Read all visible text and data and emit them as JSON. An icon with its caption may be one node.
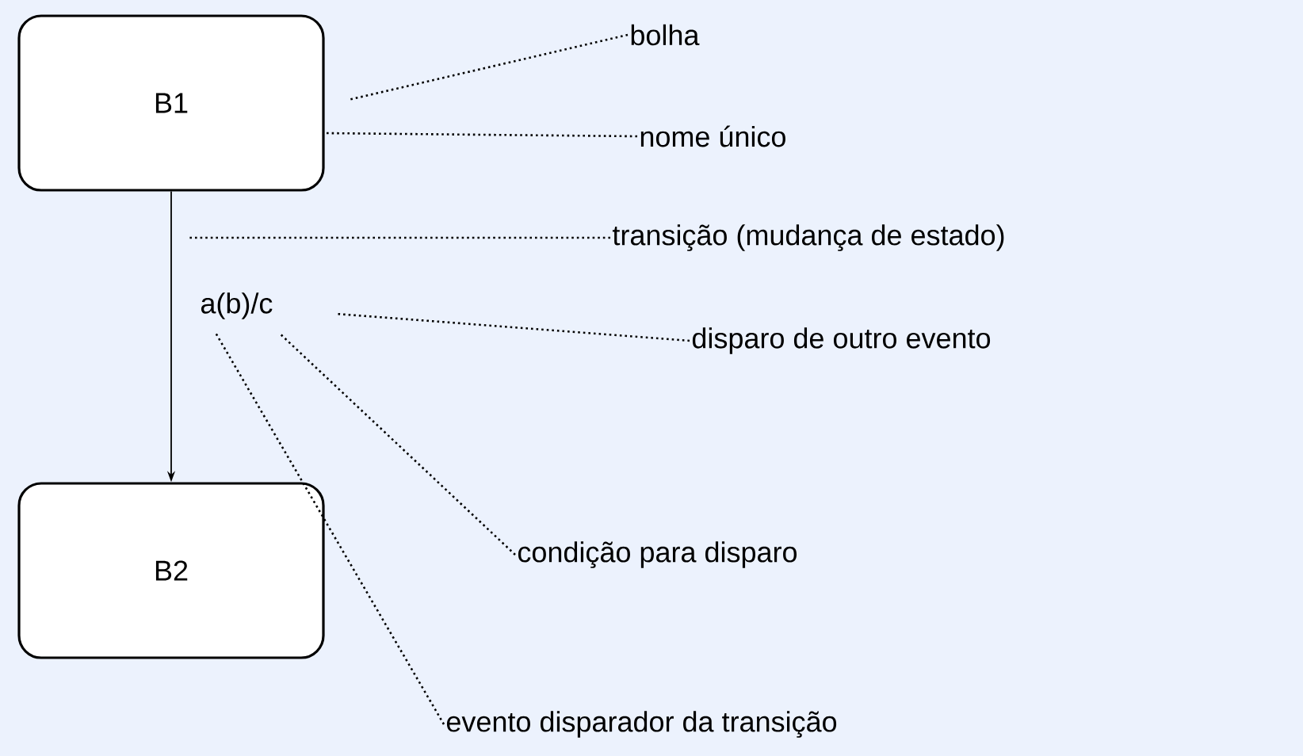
{
  "diagram": {
    "nodes": [
      {
        "text": [
          "B1"
        ]
      },
      {
        "text": [
          "B2"
        ]
      },
      {
        "text": [
          "bolha"
        ]
      },
      {
        "text": [
          "nome único"
        ]
      },
      {
        "text": [
          "transição (mudança de estado)"
        ]
      },
      {
        "text": [
          "disparo de outro evento"
        ]
      },
      {
        "text": [
          "condição para disparo"
        ]
      },
      {
        "text": [
          "evento disparador da transição"
        ]
      }
    ],
    "edges": [
      {
        "from": 0,
        "to": 1,
        "arrow": "to",
        "label": "a(b)/c"
      },
      {
        "from": 2,
        "to": 0,
        "arrow": "none",
        "style": "dashed"
      },
      {
        "from": 3,
        "to": 0,
        "arrow": "none",
        "style": "dashed"
      },
      {
        "from": 4,
        "to": null,
        "arrow": "none",
        "style": "dashed"
      },
      {
        "from": 5,
        "to": null,
        "arrow": "none",
        "style": "dashed"
      },
      {
        "from": 6,
        "to": null,
        "arrow": "none",
        "style": "dashed"
      },
      {
        "from": 7,
        "to": null,
        "arrow": "none",
        "style": "dashed"
      }
    ]
  }
}
